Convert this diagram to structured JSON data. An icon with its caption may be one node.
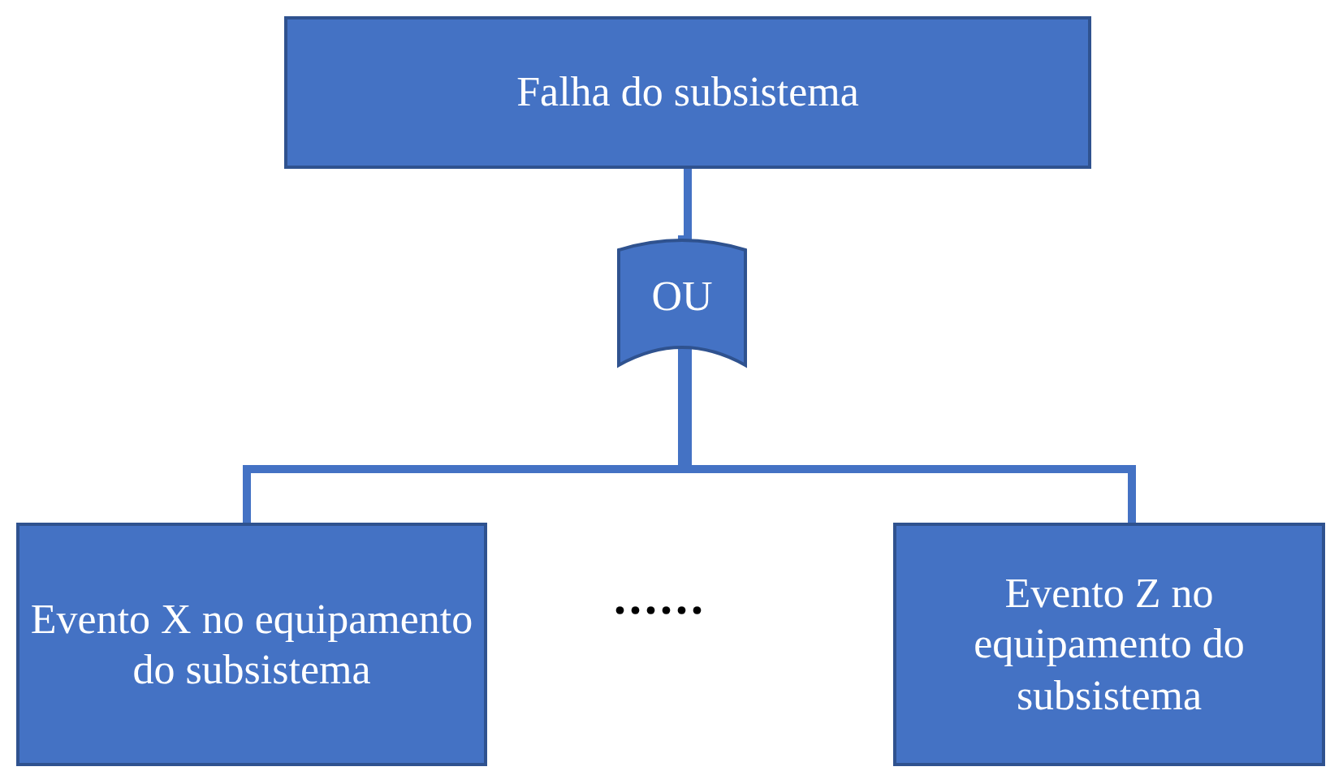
{
  "diagram": {
    "nodes": [
      {
        "text": [
          "Falha do subsistema"
        ]
      },
      {
        "text": [
          "OU"
        ]
      },
      {
        "text": [
          "Evento X no equipamento do subsistema"
        ]
      },
      {
        "text": [
          "Evento Z no equipamento do subsistema"
        ]
      }
    ],
    "edges": [
      {
        "from": 0,
        "to": 1,
        "arrow": "none"
      },
      {
        "from": 1,
        "to": 2,
        "arrow": "none"
      },
      {
        "from": 1,
        "to": 3,
        "arrow": "none"
      }
    ],
    "labels": [
      "......"
    ]
  }
}
